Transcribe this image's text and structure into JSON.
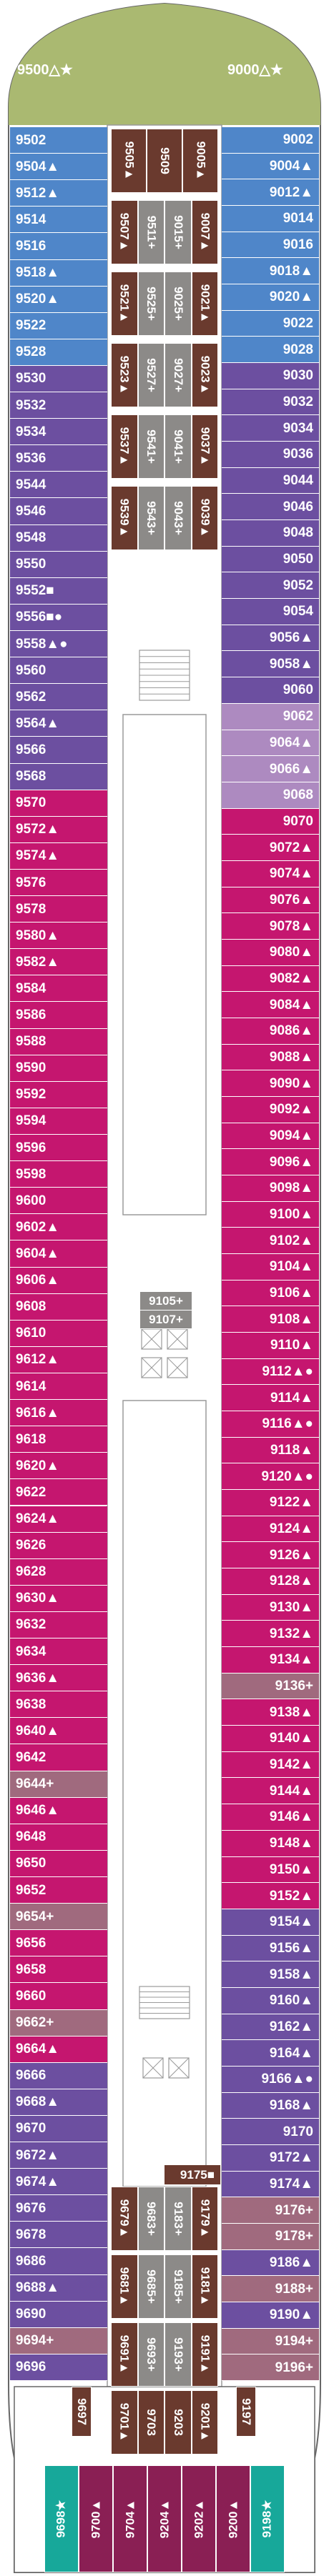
{
  "deck": {
    "colors": {
      "bow": "#aab971",
      "blue": "#4f86c9",
      "purple": "#6c4fa0",
      "lilac": "#ad8ac0",
      "magenta": "#c5166f",
      "grey": "#8c8a88",
      "brown": "#6a3a2e",
      "mauve": "#a06a7e",
      "teal": "#17a89a",
      "wine": "#8a1f54"
    },
    "top": {
      "left": "9500△★",
      "right": "9000△★"
    },
    "left_column": [
      "9502",
      "9504▲",
      "9512▲",
      "9514",
      "9516",
      "9518▲",
      "9520▲",
      "9522",
      "9528",
      "9530",
      "9532",
      "9534",
      "9536",
      "9544",
      "9546",
      "9548",
      "9550",
      "9552■",
      "9556■●",
      "9558▲●",
      "9560",
      "9562",
      "9564▲",
      "9566",
      "9568",
      "9570",
      "9572▲",
      "9574▲",
      "9576",
      "9578",
      "9580▲",
      "9582▲",
      "9584",
      "9586",
      "9588",
      "9590",
      "9592",
      "9594",
      "9596",
      "9598",
      "9600",
      "9602▲",
      "9604▲",
      "9606▲",
      "9608",
      "9610",
      "9612▲",
      "9614",
      "9616▲",
      "9618",
      "9620▲",
      "9622",
      "9624▲",
      "9626",
      "9628",
      "9630▲",
      "9632",
      "9634",
      "9636▲",
      "9638",
      "9640▲",
      "9642",
      "9644+",
      "9646▲",
      "9648",
      "9650",
      "9652",
      "9654+",
      "9656",
      "9658",
      "9660",
      "9662+",
      "9664▲",
      "9666",
      "9668▲",
      "9670",
      "9672▲",
      "9674▲",
      "9676",
      "9678",
      "9686",
      "9688▲",
      "9690",
      "9694+",
      "9696"
    ],
    "right_column": [
      "9002",
      "9004▲",
      "9012▲",
      "9014",
      "9016",
      "9018▲",
      "9020▲",
      "9022",
      "9028",
      "9030",
      "9032",
      "9034",
      "9036",
      "9044",
      "9046",
      "9048",
      "9050",
      "9052",
      "9054",
      "9056▲",
      "9058▲",
      "9060",
      "9062",
      "9064▲",
      "9066▲",
      "9068",
      "9070",
      "9072▲",
      "9074▲",
      "9076▲",
      "9078▲",
      "9080▲",
      "9082▲",
      "9084▲",
      "9086▲",
      "9088▲",
      "9090▲",
      "9092▲",
      "9094▲",
      "9096▲",
      "9098▲",
      "9100▲",
      "9102▲",
      "9104▲",
      "9106▲",
      "9108▲",
      "9110▲",
      "9112▲●",
      "9114▲",
      "9116▲●",
      "9118▲",
      "9120▲●",
      "9122▲",
      "9124▲",
      "9126▲",
      "9128▲",
      "9130▲",
      "9132▲",
      "9134▲",
      "9136+",
      "9138▲",
      "9140▲",
      "9142▲",
      "9144▲",
      "9146▲",
      "9148▲",
      "9150▲",
      "9152▲",
      "9154▲",
      "9156▲",
      "9158▲",
      "9160▲",
      "9162▲",
      "9164▲",
      "9166▲●",
      "9168▲",
      "9170",
      "9172▲",
      "9174▲",
      "9176+",
      "9178+",
      "9186▲",
      "9188+",
      "9190▲",
      "9194+",
      "9196+"
    ],
    "inner_top": [
      "9505▲",
      "9509",
      "9005▲",
      "9507▲",
      "9511+",
      "9015+",
      "9007▲",
      "9521▲",
      "9525+",
      "9025+",
      "9021▲",
      "9523▲",
      "9527+",
      "9027+",
      "9023▲",
      "9537▲",
      "9541+",
      "9041+",
      "9037▲",
      "9539▲",
      "9543+",
      "9043+",
      "9039▲"
    ],
    "center": [
      "9105+",
      "9107+"
    ],
    "inner_bottom": [
      "9175■",
      "9679▲",
      "9683+",
      "9183+",
      "9179▲",
      "9681▲",
      "9685+",
      "9185+",
      "9181▲",
      "9691▲",
      "9693+",
      "9193+",
      "9191▲",
      "9697",
      "9197",
      "9701▲",
      "9703",
      "9203",
      "9201▲"
    ],
    "stern": [
      "9698★",
      "9700▲",
      "9704▲",
      "9204▲",
      "9202▲",
      "9200▲",
      "9198★"
    ]
  }
}
